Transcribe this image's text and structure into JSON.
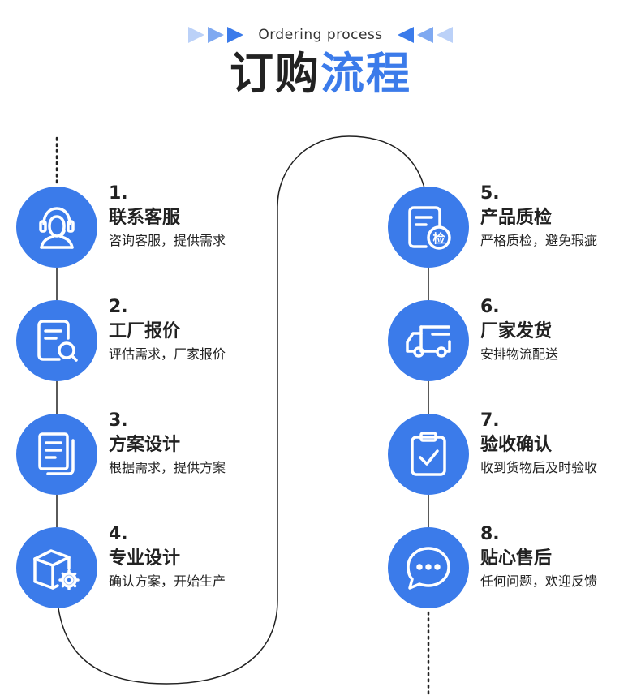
{
  "header": {
    "subtitle": "Ordering process",
    "title_part1": "订购",
    "title_part2": "流程"
  },
  "colors": {
    "accent": "#3b7bea",
    "text": "#222222"
  },
  "steps": [
    {
      "number": "1.",
      "name": "联系客服",
      "desc": "咨询客服，提供需求",
      "icon": "customer-service-headset-icon"
    },
    {
      "number": "2.",
      "name": "工厂报价",
      "desc": "评估需求，厂家报价",
      "icon": "document-search-icon"
    },
    {
      "number": "3.",
      "name": "方案设计",
      "desc": "根据需求，提供方案",
      "icon": "document-stack-icon"
    },
    {
      "number": "4.",
      "name": "专业设计",
      "desc": "确认方案，开始生产",
      "icon": "box-gear-icon"
    },
    {
      "number": "5.",
      "name": "产品质检",
      "desc": "严格质检，避免瑕疵",
      "icon": "quality-inspection-icon",
      "badge": "检"
    },
    {
      "number": "6.",
      "name": "厂家发货",
      "desc": "安排物流配送",
      "icon": "delivery-truck-icon"
    },
    {
      "number": "7.",
      "name": "验收确认",
      "desc": "收到货物后及时验收",
      "icon": "clipboard-check-icon"
    },
    {
      "number": "8.",
      "name": "贴心售后",
      "desc": "任何问题，欢迎反馈",
      "icon": "chat-bubble-icon"
    }
  ]
}
